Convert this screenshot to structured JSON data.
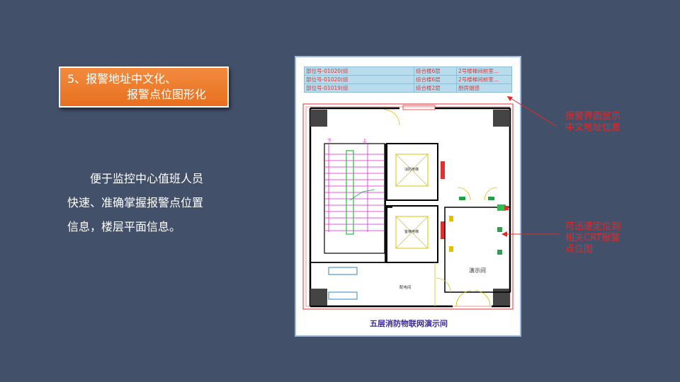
{
  "title": {
    "line1": "5、报警地址中文化、",
    "line2": "报警点位图形化"
  },
  "description": {
    "line1": "便于监控中心值班人员",
    "line2": "快速、准确掌握报警点位置",
    "line3": "信息，楼层平面信息。"
  },
  "alarm_table": {
    "rows": [
      {
        "id": "部位号-01020(综",
        "floor": "综合楼6层",
        "location": "2号楼梯间前室..."
      },
      {
        "id": "部位号-01020(综",
        "floor": "综合楼6层",
        "location": "2号楼梯间前室..."
      },
      {
        "id": "部位号-01019(综",
        "floor": "综合楼2层",
        "location": "厨房烟感"
      }
    ]
  },
  "floor_plan": {
    "caption": "五层消防物联网演示间",
    "labels": {
      "elevator_upper": "消防电梯",
      "elevator_lower": "客梯电梯",
      "demo_room": "演示间",
      "distribution_room": "配电间",
      "stair_down": "下",
      "stair_up": "上"
    }
  },
  "annotations": {
    "top": {
      "line1": "报警界面显示",
      "line2": "中文地址信息"
    },
    "bottom": {
      "line1": "可迅速定位到",
      "line2": "相关CRT报警",
      "line3": "点位图"
    }
  },
  "colors": {
    "background": "#43506a",
    "title_box": "#ec7a2c",
    "annotation": "#e02b2b",
    "wall": "#000000",
    "elevator": "#d9c400",
    "stair": "#e020d0"
  }
}
